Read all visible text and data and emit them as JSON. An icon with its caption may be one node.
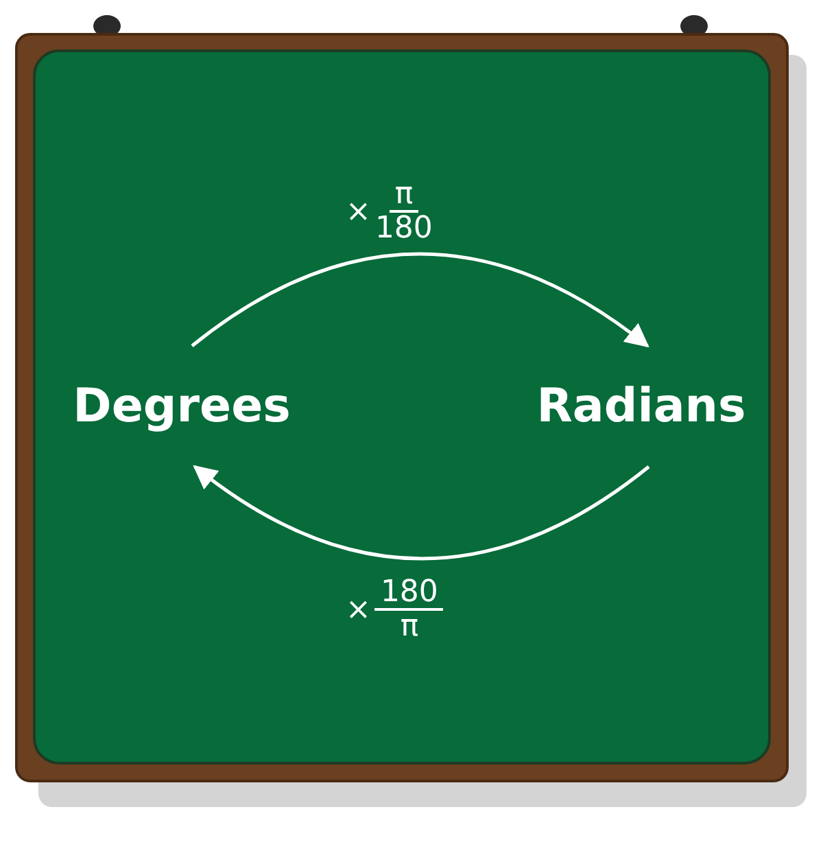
{
  "diagram": {
    "nodes": [
      {
        "text": [
          "Degrees"
        ]
      },
      {
        "text": [
          "Radians"
        ]
      }
    ],
    "edges": [
      {
        "from": 0,
        "to": 1,
        "arrow": "to",
        "label": "×$^{π}$$_{180}$"
      },
      {
        "from": 1,
        "to": 0,
        "arrow": "to",
        "label": "×$^{180}$$_{π}$"
      }
    ]
  }
}
